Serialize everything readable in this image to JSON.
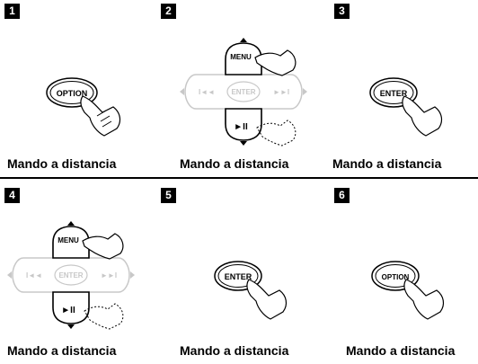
{
  "steps": [
    {
      "number": "1",
      "button": "OPTION",
      "caption": "Mando a distancia"
    },
    {
      "number": "2",
      "button": "MENU",
      "secondary": "►II",
      "caption": "Mando a distancia"
    },
    {
      "number": "3",
      "button": "ENTER",
      "caption": "Mando a distancia"
    },
    {
      "number": "4",
      "button": "MENU",
      "secondary": "►II",
      "caption": "Mando a distancia"
    },
    {
      "number": "5",
      "button": "ENTER",
      "caption": "Mando a distancia"
    },
    {
      "number": "6",
      "button": "OPTION",
      "caption": "Mando a distancia"
    }
  ],
  "dpad": {
    "center": "ENTER",
    "left": "I◄◄",
    "right": "►►I"
  },
  "colors": {
    "ink": "#000000",
    "faded": "#c8c8c8",
    "badge": "#000000"
  }
}
